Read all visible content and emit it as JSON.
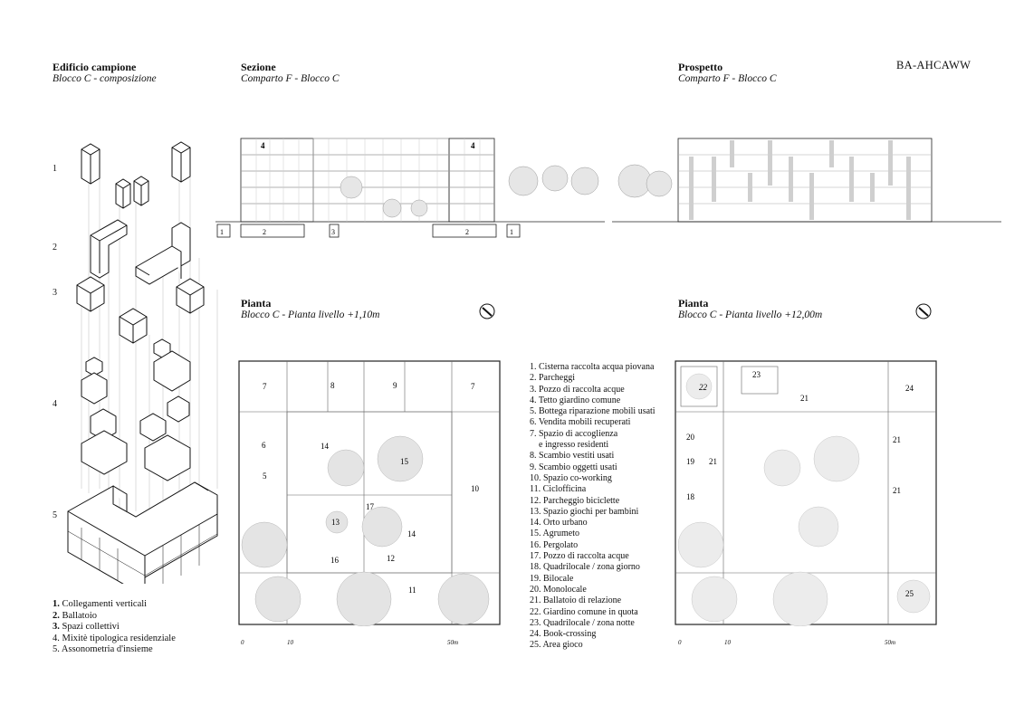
{
  "code": "BA-AHCAWW",
  "left": {
    "title": "Edificio campione",
    "subtitle": "Blocco C - composizione",
    "steps": [
      "1",
      "2",
      "3",
      "4",
      "5"
    ],
    "legend": [
      {
        "n": "1.",
        "text": "Collegamenti verticali",
        "bold": true
      },
      {
        "n": "2.",
        "text": "Ballatoio",
        "bold": true
      },
      {
        "n": "3.",
        "text": "Spazi collettivi",
        "bold": true
      },
      {
        "n": "4.",
        "text": "Mixitè tipologica residenziale",
        "bold": false
      },
      {
        "n": "5.",
        "text": "Assonometria d'insieme",
        "bold": false
      }
    ]
  },
  "section": {
    "title": "Sezione",
    "subtitle": "Comparto F -  Blocco C",
    "labels": [
      "4",
      "4",
      "1",
      "2",
      "3",
      "2",
      "1"
    ]
  },
  "elevation": {
    "title": "Prospetto",
    "subtitle": "Comparto F -  Blocco C"
  },
  "plan1": {
    "title": "Pianta",
    "subtitle": "Blocco C - Pianta livello +1,10m",
    "labels": [
      "7",
      "8",
      "9",
      "7",
      "6",
      "5",
      "14",
      "15",
      "10",
      "13",
      "17",
      "14",
      "16",
      "12",
      "11"
    ],
    "scale": [
      "0",
      "10",
      "50m"
    ]
  },
  "plan2": {
    "title": "Pianta",
    "subtitle": "Blocco C - Pianta livello +12,00m",
    "labels": [
      "22",
      "23",
      "21",
      "24",
      "20",
      "19",
      "21",
      "18",
      "21",
      "21",
      "25"
    ],
    "scale": [
      "0",
      "10",
      "50m"
    ]
  },
  "legend": [
    "1. Cisterna raccolta acqua piovana",
    "2. Parcheggi",
    "3. Pozzo di raccolta acque",
    "4. Tetto giardino comune",
    "5. Bottega riparazione mobili usati",
    "6. Vendita mobili recuperati",
    "7. Spazio di accoglienza",
    "e ingresso residenti",
    "8. Scambio vestiti usati",
    "9. Scambio oggetti usati",
    "10. Spazio co-working",
    "11. Ciclofficina",
    "12. Parcheggio biciclette",
    "13. Spazio giochi per bambini",
    "14. Orto urbano",
    "15. Agrumeto",
    "16. Pergolato",
    "17. Pozzo di raccolta acque",
    "18. Quadrilocale / zona giorno",
    "19. Bilocale",
    "20. Monolocale",
    "21. Ballatoio di relazione",
    "22. Giardino comune in quota",
    "23. Quadrilocale / zona notte",
    "24. Book-crossing",
    "25. Area gioco"
  ]
}
